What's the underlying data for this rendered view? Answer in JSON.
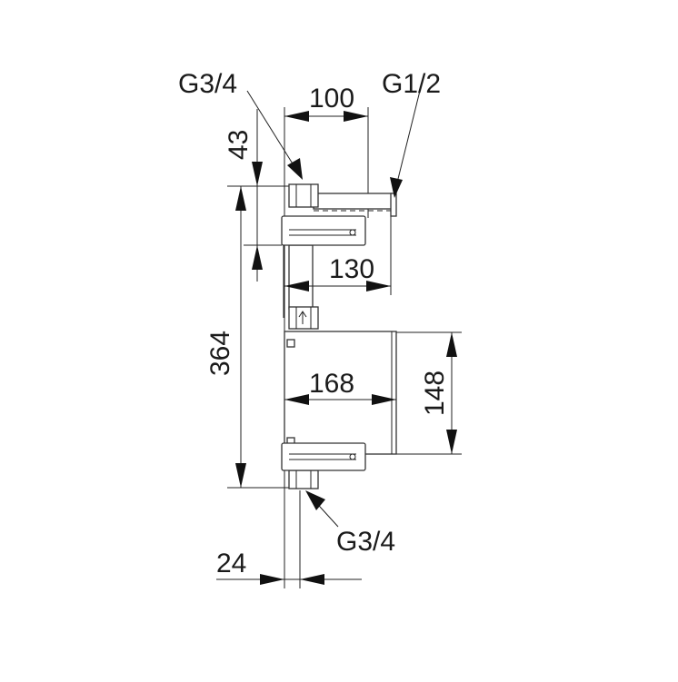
{
  "labels": {
    "thread_top_left": "G3/4",
    "thread_top_right": "G1/2",
    "thread_bottom": "G3/4",
    "dim_top_width": "100",
    "dim_top_height": "43",
    "dim_total_height": "364",
    "dim_outlet_depth": "130",
    "dim_body_depth": "168",
    "dim_body_height": "148",
    "dim_wall_offset": "24"
  },
  "colors": {
    "line": "#222222",
    "text": "#1a1a1a",
    "background": "#ffffff"
  }
}
